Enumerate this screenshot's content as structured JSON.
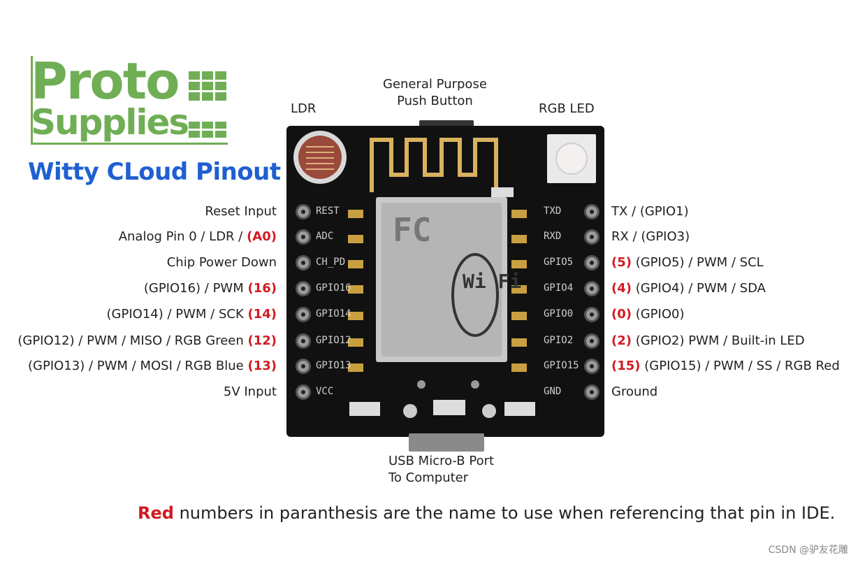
{
  "logo": {
    "line1": "Proto",
    "line2": "Supplies"
  },
  "title": "Witty CLoud Pinout",
  "callouts": {
    "ldr": "LDR",
    "button_line1": "General Purpose",
    "button_line2": "Push Button",
    "rgb_led": "RGB LED",
    "usb_line1": "USB Micro-B Port",
    "usb_line2": "To Computer"
  },
  "left_pins": [
    {
      "desc": "Reset Input",
      "ide": "",
      "silk": "REST"
    },
    {
      "desc": "Analog Pin 0 / LDR / ",
      "ide": "(A0)",
      "silk": "ADC"
    },
    {
      "desc": "Chip Power Down",
      "ide": "",
      "silk": "CH_PD"
    },
    {
      "desc": "(GPIO16) /  PWM ",
      "ide": "(16)",
      "silk": "GPIO16"
    },
    {
      "desc": "(GPIO14) /  PWM / SCK ",
      "ide": "(14)",
      "silk": "GPIO14"
    },
    {
      "desc": "(GPIO12) / PWM / MISO / RGB Green ",
      "ide": "(12)",
      "silk": "GPIO12"
    },
    {
      "desc": "(GPIO13) / PWM / MOSI / RGB Blue ",
      "ide": "(13)",
      "silk": "GPIO13"
    },
    {
      "desc": "5V Input",
      "ide": "",
      "silk": "VCC"
    }
  ],
  "right_pins": [
    {
      "ide": "",
      "desc": "TX / (GPIO1)",
      "silk": "TXD"
    },
    {
      "ide": "",
      "desc": "RX / (GPIO3)",
      "silk": "RXD"
    },
    {
      "ide": "(5)",
      "desc": " (GPIO5) / PWM / SCL",
      "silk": "GPIO5"
    },
    {
      "ide": "(4)",
      "desc": " (GPIO4) / PWM / SDA",
      "silk": "GPIO4"
    },
    {
      "ide": "(0)",
      "desc": " (GPIO0)",
      "silk": "GPIO0"
    },
    {
      "ide": "(2)",
      "desc": " (GPIO2) PWM / Built-in LED",
      "silk": "GPIO2"
    },
    {
      "ide": "(15)",
      "desc": " (GPIO15) / PWM / SS / RGB Red",
      "silk": "GPIO15"
    },
    {
      "ide": "",
      "desc": "Ground",
      "silk": "GND"
    }
  ],
  "module_text": {
    "fcc": "FC",
    "wifi": "Wi Fi"
  },
  "footnote": {
    "red": "Red",
    "rest": " numbers in paranthesis are the name to use when referencing that pin in IDE."
  },
  "watermark": "CSDN @驴友花雕",
  "colors": {
    "logo_green": "#6fae55",
    "title_blue": "#1f5fd1",
    "ide_red": "#d11a22",
    "board": "#111111"
  }
}
